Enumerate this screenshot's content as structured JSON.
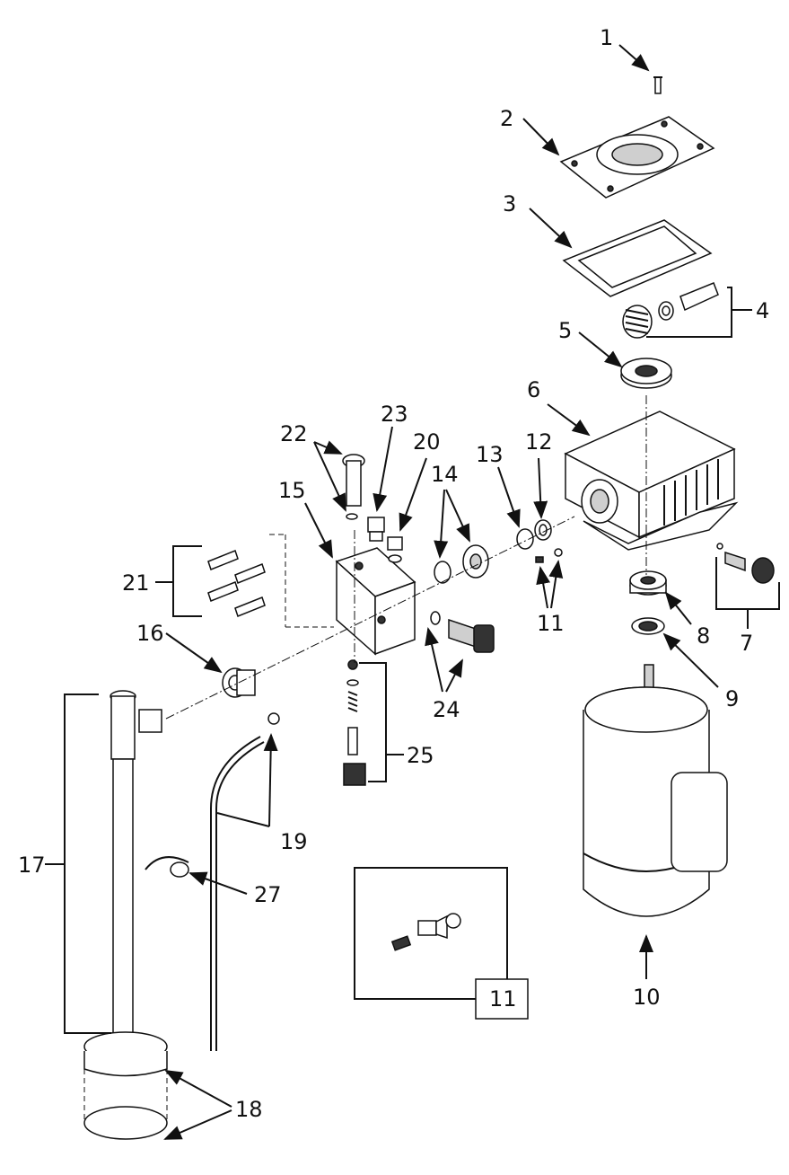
{
  "callouts": [
    {
      "id": "1",
      "label": "1"
    },
    {
      "id": "2",
      "label": "2"
    },
    {
      "id": "3",
      "label": "3"
    },
    {
      "id": "4",
      "label": "4"
    },
    {
      "id": "5",
      "label": "5"
    },
    {
      "id": "6",
      "label": "6"
    },
    {
      "id": "7",
      "label": "7"
    },
    {
      "id": "8",
      "label": "8"
    },
    {
      "id": "9",
      "label": "9"
    },
    {
      "id": "10",
      "label": "10"
    },
    {
      "id": "11",
      "label": "11"
    },
    {
      "id": "11b",
      "label": "11"
    },
    {
      "id": "12",
      "label": "12"
    },
    {
      "id": "13",
      "label": "13"
    },
    {
      "id": "14",
      "label": "14"
    },
    {
      "id": "15",
      "label": "15"
    },
    {
      "id": "16",
      "label": "16"
    },
    {
      "id": "17",
      "label": "17"
    },
    {
      "id": "18",
      "label": "18"
    },
    {
      "id": "19",
      "label": "19"
    },
    {
      "id": "20",
      "label": "20"
    },
    {
      "id": "21",
      "label": "21"
    },
    {
      "id": "22",
      "label": "22"
    },
    {
      "id": "23",
      "label": "23"
    },
    {
      "id": "24",
      "label": "24"
    },
    {
      "id": "25",
      "label": "25"
    },
    {
      "id": "27",
      "label": "27"
    }
  ]
}
